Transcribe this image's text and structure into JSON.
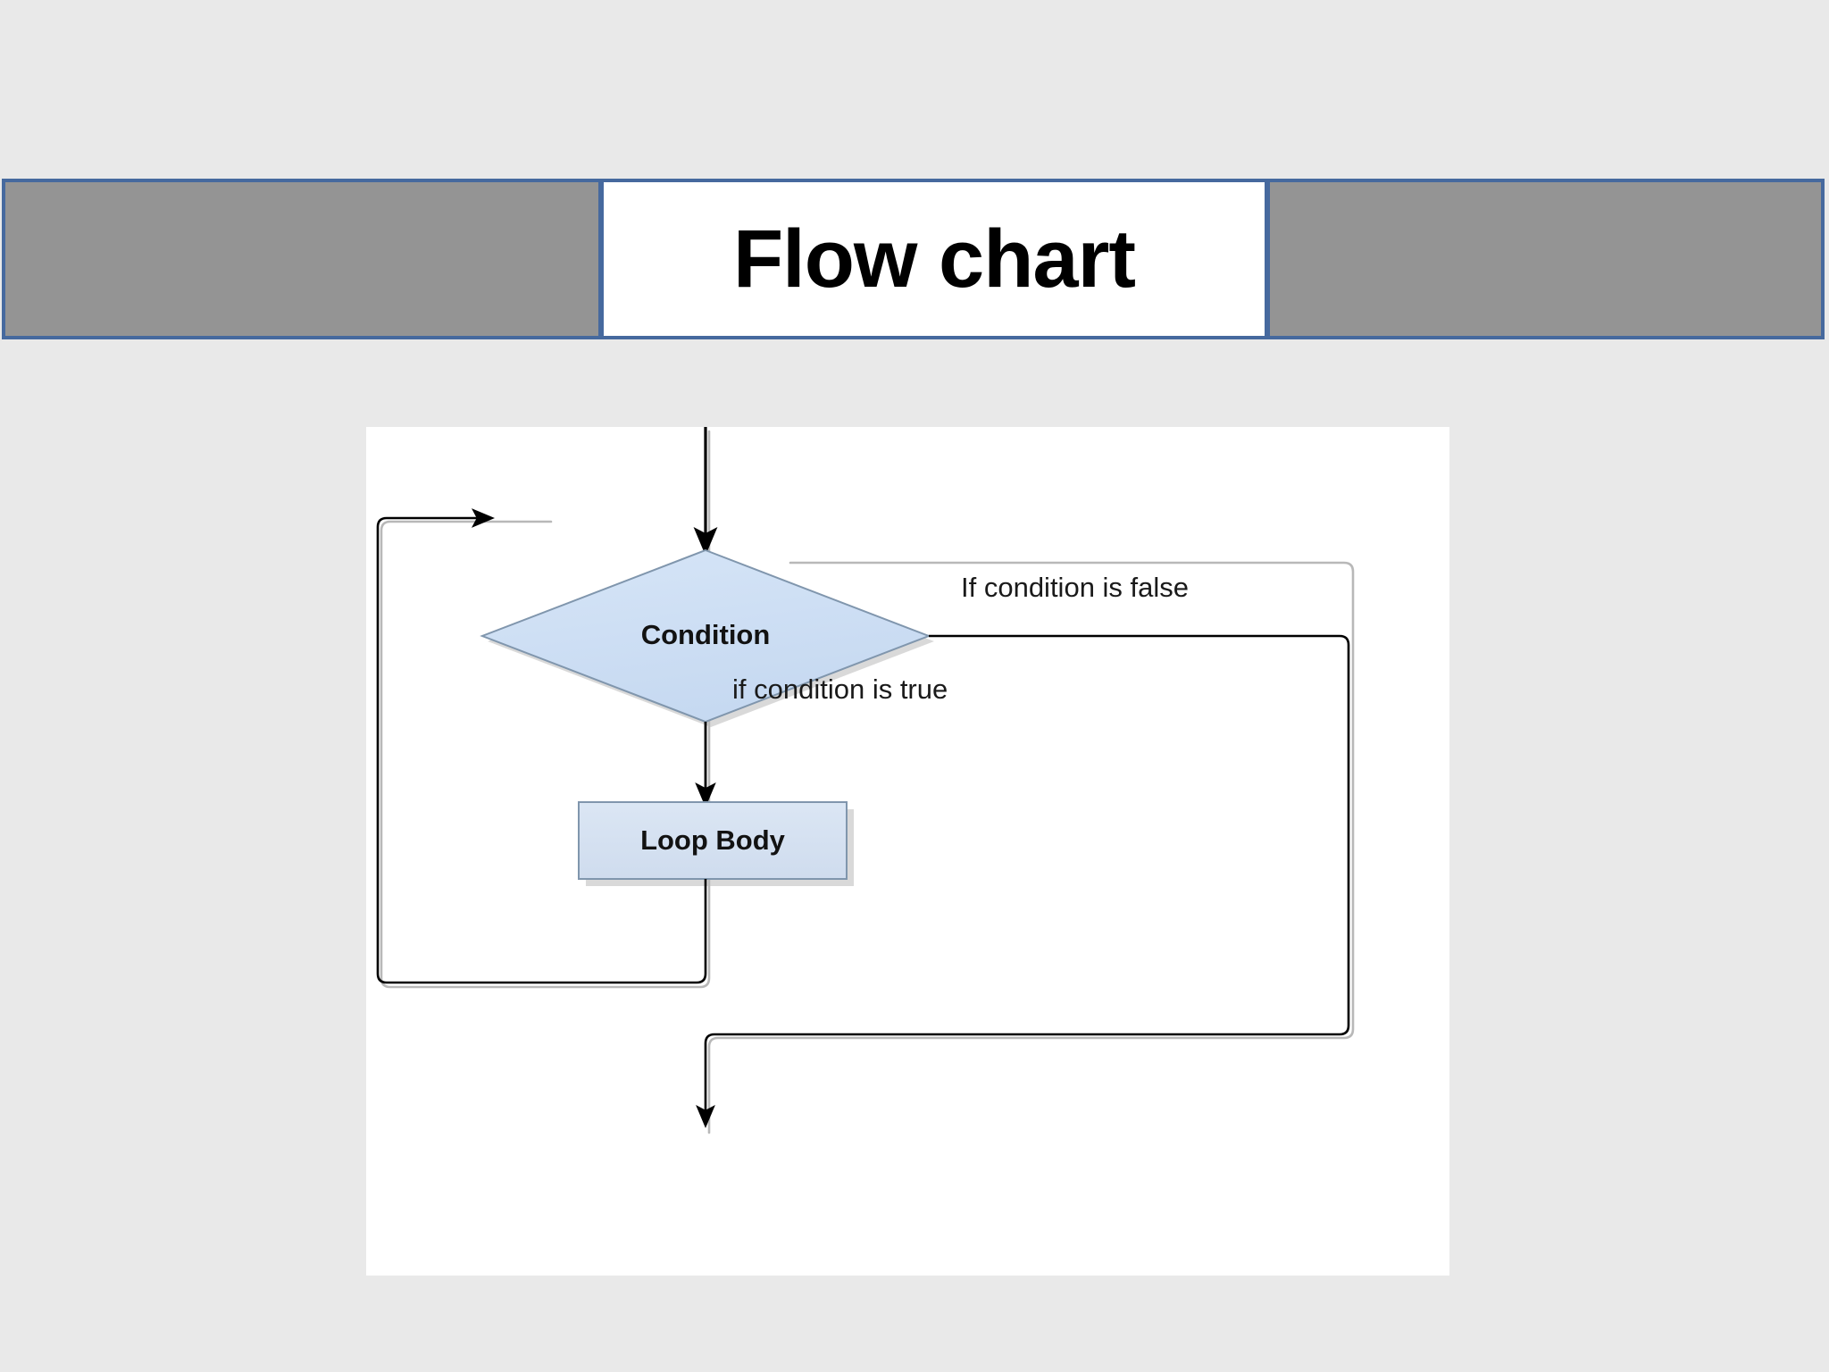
{
  "slide": {
    "background_color": "#e9e9e9",
    "title": "Flow chart",
    "banner": {
      "bar_color": "#949494",
      "border_color": "#46699e",
      "title_box_color": "#ffffff"
    }
  },
  "chart_data": {
    "type": "diagram",
    "diagram_kind": "flowchart",
    "title": "Flow chart",
    "canvas_color": "#ffffff",
    "node_fill": "#cfdff3",
    "node_stroke": "#7f95ad",
    "nodes": [
      {
        "id": "condition",
        "label": "Condition",
        "shape": "diamond",
        "fill": "#cfdff3",
        "stroke": "#7f95ad"
      },
      {
        "id": "loop-body",
        "label": "Loop Body",
        "shape": "rectangle",
        "fill": "#d6e3f2",
        "stroke": "#7f95ad"
      }
    ],
    "edges": [
      {
        "id": "entry",
        "from": "start",
        "to": "condition",
        "label": ""
      },
      {
        "id": "false-branch",
        "from": "condition",
        "to": "exit",
        "label": "If condition is false"
      },
      {
        "id": "true-branch",
        "from": "condition",
        "to": "loop-body",
        "label": "if condition is true"
      },
      {
        "id": "loop-back",
        "from": "loop-body",
        "to": "condition",
        "label": ""
      }
    ],
    "labels": {
      "condition": "Condition",
      "loop_body": "Loop Body",
      "false_branch": "If condition is false",
      "true_branch": "if condition is true"
    }
  }
}
